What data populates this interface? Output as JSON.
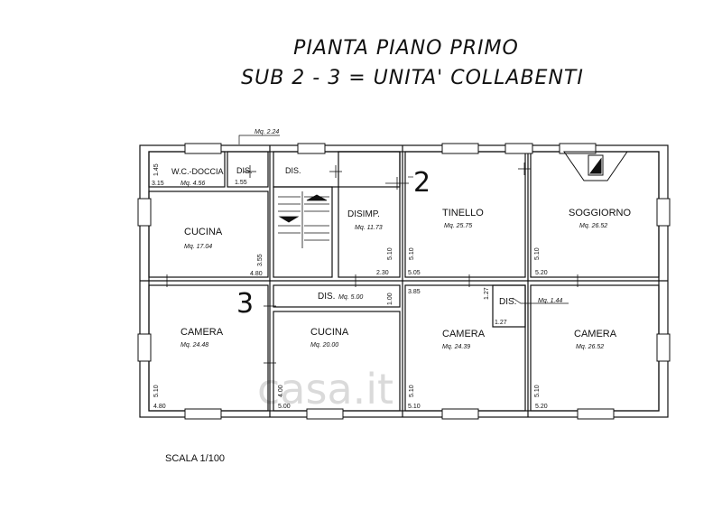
{
  "title": {
    "line1": "PIANTA  PIANO  PRIMO",
    "line2": "SUB  2  -  3  =  UNITA'  COLLABENTI"
  },
  "unit_labels": {
    "sub2": "2",
    "sub3": "3"
  },
  "scale": "SCALA 1/100",
  "watermark": "casa.it",
  "rooms": {
    "wc": {
      "name": "W.C.-DOCCIA",
      "area": "Mq. 4.56",
      "dims": [
        "1.45",
        "3.15"
      ]
    },
    "dis1": {
      "name": "DIS.",
      "dims": [
        "1.55"
      ]
    },
    "dis_top": {
      "area": "Mq. 2.24"
    },
    "dis2": {
      "name": "DIS."
    },
    "cucina_a": {
      "name": "CUCINA",
      "area": "Mq. 17.04",
      "dims": [
        "3.55",
        "4.80"
      ]
    },
    "disimp": {
      "name": "DISIMP.",
      "area": "Mq. 11.73",
      "dims": [
        "5.10",
        "2.30"
      ]
    },
    "tinello": {
      "name": "TINELLO",
      "area": "Mq. 25.75",
      "dims": [
        "5.10",
        "5.05"
      ]
    },
    "soggiorno": {
      "name": "SOGGIORNO",
      "area": "Mq. 26.52",
      "dims": [
        "5.10",
        "5.20"
      ]
    },
    "dis3": {
      "name": "DIS.",
      "area": "Mq. 5.00",
      "dims": [
        "1.00"
      ]
    },
    "dis4": {
      "name": "DIS.",
      "area": "Mq. 1.44",
      "dims": [
        "1.27",
        "1.27"
      ]
    },
    "camera_a": {
      "name": "CAMERA",
      "area": "Mq. 24.48",
      "dims": [
        "5.10",
        "4.80"
      ]
    },
    "cucina_b": {
      "name": "CUCINA",
      "area": "Mq. 20.00",
      "dims": [
        "4.00",
        "5.00"
      ]
    },
    "camera_b": {
      "name": "CAMERA",
      "area": "Mq. 24.39",
      "dims": [
        "3.85",
        "5.10",
        "5.10"
      ]
    },
    "camera_c": {
      "name": "CAMERA",
      "area": "Mq. 26.52",
      "dims": [
        "5.10",
        "5.20"
      ]
    }
  }
}
